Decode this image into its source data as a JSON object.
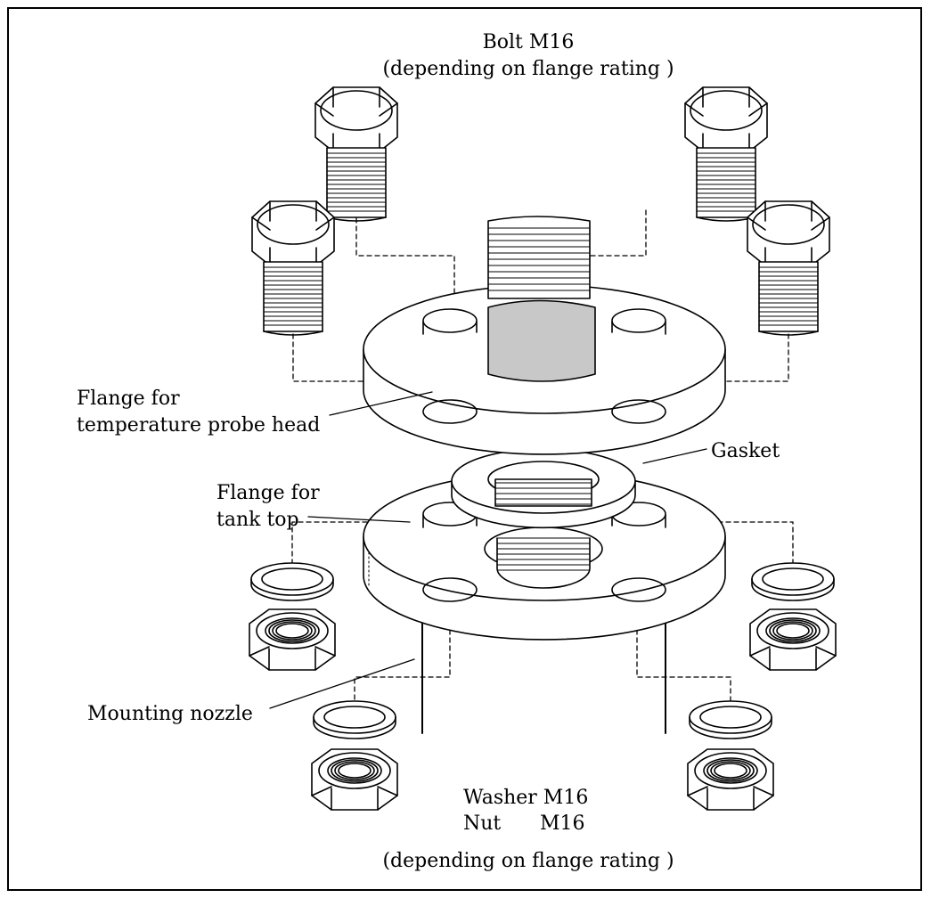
{
  "labels": {
    "bolt": "Bolt M16",
    "bolt_note": "(depending on flange rating )",
    "flange_head_1": "Flange for",
    "flange_head_2": "temperature probe head",
    "gasket": "Gasket",
    "flange_tank_1": "Flange for",
    "flange_tank_2": "tank top",
    "nozzle": "Mounting nozzle",
    "washer": "Washer M16",
    "nut_word": "Nut",
    "nut_size": "M16",
    "bottom_note": "(depending on flange rating )"
  },
  "colors": {
    "line": "#000000",
    "fill": "#ffffff",
    "pipe_shade": "#c8c8c8"
  }
}
